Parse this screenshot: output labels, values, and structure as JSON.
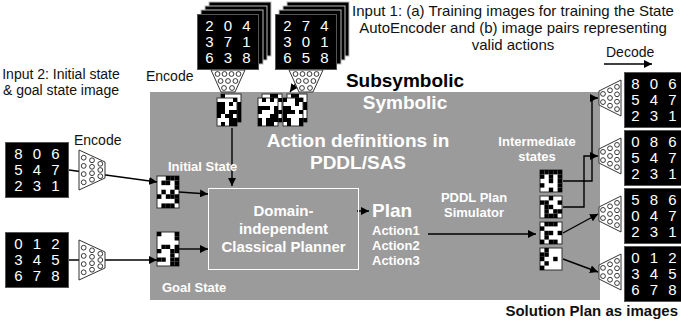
{
  "diagram": {
    "nodes": [
      {
        "text": [
          "2 0 4",
          "3 7 1",
          "6 3 8"
        ]
      },
      {
        "text": [
          "2 7 4",
          "3 0 1",
          "6 5 8"
        ]
      },
      {
        "text": [
          "Subsymbolic",
          "Symbolic"
        ]
      },
      {
        "text": [
          "Initial State"
        ],
        "in": 2
      },
      {
        "text": [
          "Domain-independent Classical Planner"
        ],
        "in": 2
      },
      {
        "text": [
          "Goal State"
        ],
        "in": 2
      },
      {
        "text": [
          "8 0 6",
          "5 4 7",
          "2 3 1"
        ]
      },
      {
        "text": [
          "0 1 2",
          "3 4 5",
          "6 7 8"
        ]
      },
      {
        "text": [
          "8 0 6",
          "5 4 7",
          "2 3 1"
        ]
      },
      {
        "text": [
          "0 8 6",
          "5 4 7",
          "2 3 1"
        ]
      },
      {
        "text": [
          "5 8 6",
          "0 4 7",
          "2 3 1"
        ]
      },
      {
        "text": [
          "0 1 2",
          "3 4 5",
          "6 7 8"
        ]
      }
    ],
    "edges": [
      {
        "from": 6,
        "to": 3,
        "arrow": "to"
      },
      {
        "from": 7,
        "to": 5,
        "arrow": "to"
      },
      {
        "from": 3,
        "to": 4,
        "arrow": "to"
      },
      {
        "from": 5,
        "to": 4,
        "arrow": "to"
      }
    ],
    "labels": [
      "Input 1: (a) Training images for training the State AutoEncoder and (b) image pairs representing valid actions",
      "Encode",
      "Input 2: Initial state & goal state image",
      "Encode",
      "Action definitions in PDDL/SAS",
      "Plan",
      "Action1",
      "Action2",
      "Action3",
      "PDDL Plan Simulator",
      "Intermediate states",
      "Decode",
      "Solution Plan as images"
    ]
  }
}
